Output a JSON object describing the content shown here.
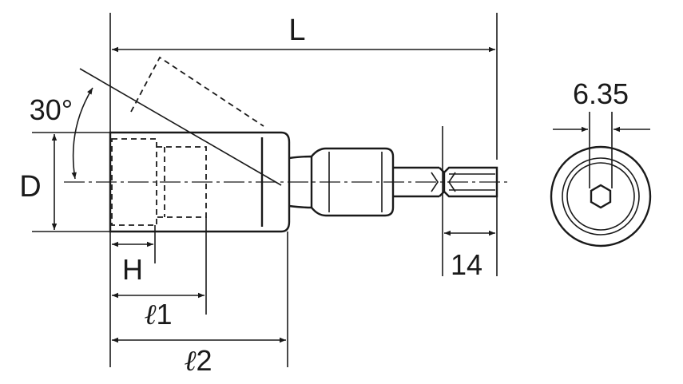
{
  "dimensions": {
    "L": "L",
    "D": "D",
    "H": "H",
    "l1_prefix": "ℓ",
    "l1_suffix": "1",
    "l2_prefix": "ℓ",
    "l2_suffix": "2",
    "angle": "30°",
    "hex_size": "6.35",
    "hex_length": "14"
  },
  "colors": {
    "line": "#1a1a1a",
    "background": "#ffffff"
  }
}
